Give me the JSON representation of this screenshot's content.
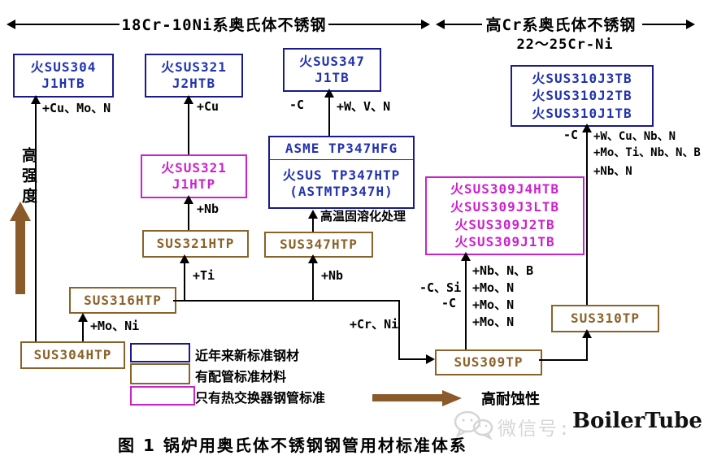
{
  "banner": {
    "left_label": "18Cr-10Ni系奥氏体不锈钢",
    "right_label": "高Cr系奥氏体不锈钢",
    "right_sub": "22～25Cr-Ni"
  },
  "nodes": {
    "b304": "火SUS304\nJ1HTB",
    "b321": "火SUS321\nJ2HTB",
    "b347": "火SUS347\nJ1TB",
    "b310": "火SUS310J3TB\n火SUS310J2TB\n火SUS310J1TB",
    "asme": "ASME TP347HFG",
    "tp347": "火SUS TP347HTP\n(ASTMTP347H)",
    "m321": "火SUS321\nJ1HTP",
    "m309": "火SUS309J4HTB\n火SUS309J3LTB\n火SUS309J2TB\n火SUS309J1TB",
    "sus321htp": "SUS321HTP",
    "sus347htp": "SUS347HTP",
    "sus316htp": "SUS316HTP",
    "sus304htp": "SUS304HTP",
    "sus309tp": "SUS309TP",
    "sus310tp": "SUS310TP"
  },
  "labels": {
    "cu_mo_n": "+Cu、Mo、N",
    "cu": "+Cu",
    "minus_c_347": "-C",
    "w_v_n": "+W、V、N",
    "solution_treat": "高温固溶化处理",
    "nb_to_m321": "+Nb",
    "nb_to_347htp": "+Nb",
    "ti": "+Ti",
    "mo_ni": "+Mo、Ni",
    "cr_ni": "+Cr、Ni",
    "minus_c_si": "-C、Si",
    "minus_c_309": "-C",
    "nb_n_b": "+Nb、N、B",
    "mo_n_1": "+Mo、N",
    "mo_n_2": "+Mo、N",
    "mo_n_3": "+Mo、N",
    "minus_c_310": "-C",
    "w_cu_nb_n": "+W、Cu、Nb、N",
    "mo_ti_nb_n_b": "+Mo、Ti、Nb、N、B",
    "nb_n": "+Nb、N"
  },
  "legend": {
    "items": [
      {
        "label": "近年来新标准钢材",
        "color": "#1a1a8c"
      },
      {
        "label": "有配管标准材料",
        "color": "#8b6229"
      },
      {
        "label": "只有热交换器钢管标准",
        "color": "#cc22cc"
      }
    ]
  },
  "axes": {
    "strength": "高强度",
    "corrosion": "高耐蚀性"
  },
  "watermark": {
    "prefix": "微信号:",
    "name": "BoilerTube"
  },
  "icons": {
    "wechat": "wechat-chat-bubbles"
  },
  "caption": "图 1 锅炉用奥氏体不锈钢钢管用材标准体系",
  "colors": {
    "new_standard_navy": "#1a1a8c",
    "piping_standard_brown": "#8b6229",
    "heat_exchanger_magenta": "#cc22cc",
    "thick_arrow_brown": "#8b5a2b",
    "watermark_gray": "#d6d6d6"
  }
}
